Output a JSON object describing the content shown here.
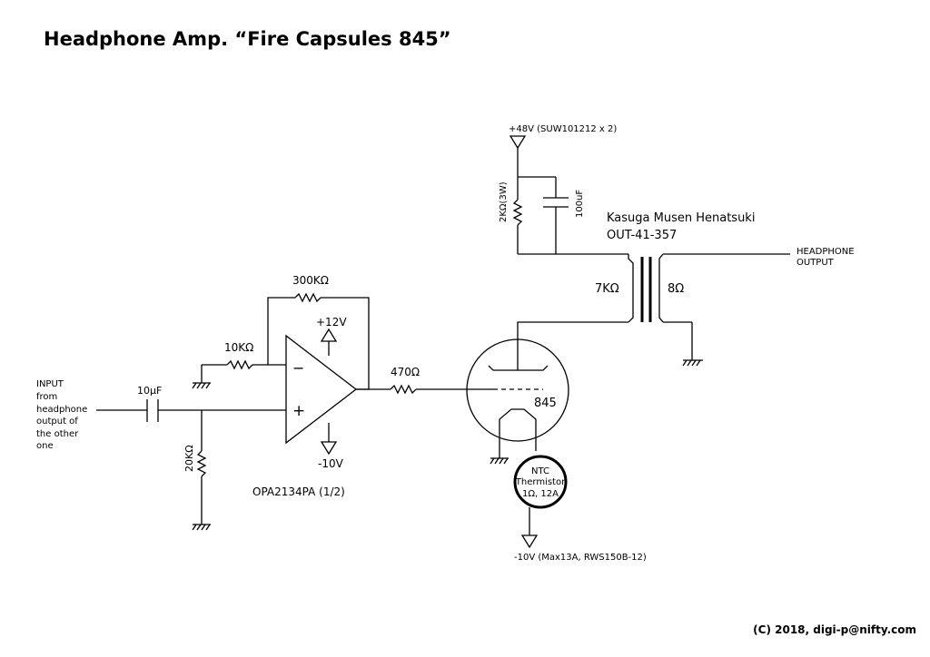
{
  "title": "Headphone Amp. “Fire Capsules 845”",
  "copyright": "(C) 2018, digi-p@nifty.com",
  "power": {
    "plus48": "+48V (SUW101212 x 2)",
    "plus12": "+12V",
    "minus10_opamp": "-10V",
    "minus10_main": "-10V (Max13A, RWS150B-12)"
  },
  "components": {
    "r_plate": "2KΩ(3W)",
    "c_plate": "100uF",
    "r_feedback": "300KΩ",
    "r_input": "10KΩ",
    "r_grid": "470Ω",
    "r_bias": "20KΩ",
    "c_input": "10μF",
    "opamp": "OPA2134PA (1/2)",
    "tube": "845"
  },
  "transformer": {
    "maker": "Kasuga Musen Henatsuki",
    "model": "OUT-41-357",
    "primary": "7KΩ",
    "secondary": "8Ω"
  },
  "input_label": [
    "INPUT",
    "from",
    "headphone",
    "output of",
    "the other",
    "one"
  ],
  "output_label": [
    "HEADPHONE",
    "OUTPUT"
  ],
  "thermistor": [
    "NTC",
    "Thermistor",
    "1Ω, 12A"
  ],
  "opamp_symbols": {
    "minus": "−",
    "plus": "+"
  }
}
